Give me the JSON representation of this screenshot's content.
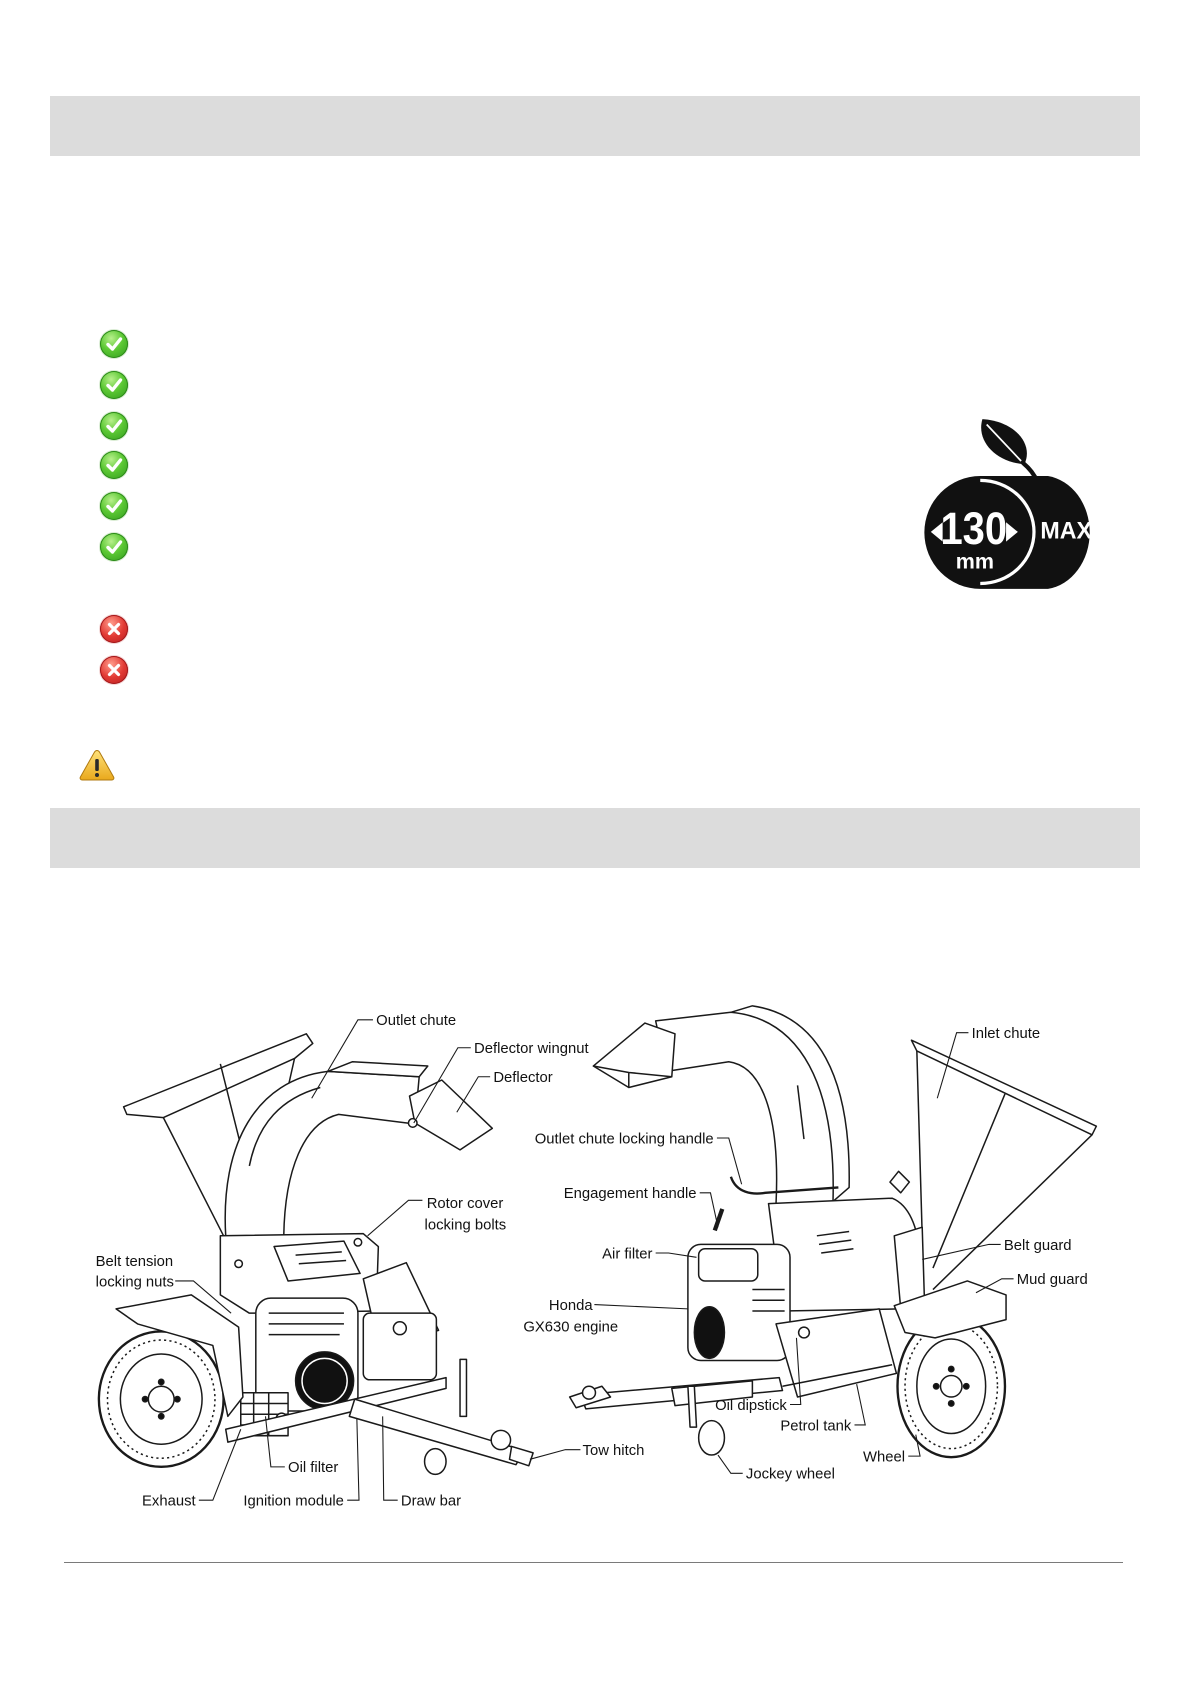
{
  "colors": {
    "section_header": "#dcdcdc",
    "check": "#3db52a",
    "cross": "#d9262a",
    "warning": "#f5c332",
    "line_art": "#1a1a1a"
  },
  "checklist": {
    "allowed": [
      {
        "icon": "check-icon"
      },
      {
        "icon": "check-icon"
      },
      {
        "icon": "check-icon"
      },
      {
        "icon": "check-icon"
      },
      {
        "icon": "check-icon"
      },
      {
        "icon": "check-icon"
      }
    ],
    "not_allowed": [
      {
        "icon": "cross-icon"
      },
      {
        "icon": "cross-icon"
      }
    ]
  },
  "warning": {
    "icon": "warning-icon"
  },
  "capacity_badge": {
    "icon": "log-with-leaf-icon",
    "value": "130",
    "unit": "mm",
    "label": "MAX"
  },
  "diagram": {
    "front_view": {
      "outlet_chute": "Outlet chute",
      "deflector_wingnut": "Deflector wingnut",
      "deflector": "Deflector",
      "rotor_cover_locking_bolts": [
        "Rotor cover",
        "locking bolts"
      ],
      "belt_tension_locking_nuts": [
        "Belt tension",
        "locking nuts"
      ],
      "oil_filter": "Oil filter",
      "exhaust": "Exhaust",
      "ignition_module": "Ignition module",
      "draw_bar": "Draw bar",
      "tow_hitch": "Tow hitch"
    },
    "rear_view": {
      "inlet_chute": "Inlet chute",
      "outlet_chute_locking_handle": "Outlet chute locking handle",
      "engagement_handle": "Engagement handle",
      "air_filter": "Air filter",
      "honda_engine": [
        "Honda",
        "GX630 engine"
      ],
      "belt_guard": "Belt guard",
      "mud_guard": "Mud guard",
      "oil_dipstick": "Oil dipstick",
      "petrol_tank": "Petrol tank",
      "wheel": "Wheel",
      "jockey_wheel": "Jockey wheel"
    }
  }
}
